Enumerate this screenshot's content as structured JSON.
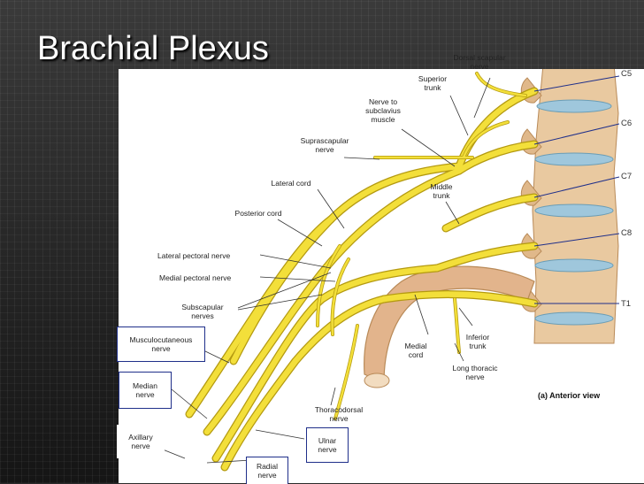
{
  "title": "Brachial Plexus",
  "view_caption": "(a) Anterior view",
  "vertebrae": [
    "C5",
    "C6",
    "C7",
    "C8",
    "T1"
  ],
  "labels": {
    "dorsal_scapular": "Dorsal scapular\nnerve",
    "superior_trunk": "Superior\ntrunk",
    "nerve_to_subclavius": "Nerve to\nsubclavius\nmuscle",
    "suprascapular": "Suprascapular\nnerve",
    "lateral_cord": "Lateral cord",
    "middle_trunk": "Middle\ntrunk",
    "posterior_cord": "Posterior cord",
    "lateral_pectoral": "Lateral pectoral nerve",
    "medial_pectoral": "Medial pectoral nerve",
    "subscapular": "Subscapular\nnerves",
    "medial_cord": "Medial\ncord",
    "inferior_trunk": "Inferior\ntrunk",
    "long_thoracic": "Long thoracic\nnerve",
    "thoracodorsal": "Thoracodorsal\nnerve"
  },
  "boxed_labels": {
    "musculocutaneous": "Musculocutaneous\nnerve",
    "median": "Median\nnerve",
    "axillary": "Axillary\nnerve",
    "ulnar": "Ulnar\nnerve",
    "radial": "Radial\nnerve"
  },
  "colors": {
    "nerve": "#f3df3a",
    "nerve_outline": "#b49a10",
    "bone": "#e9c9a0",
    "bone_shade": "#c79a6a",
    "disc": "#9fc7dc",
    "box_border": "#1f2f8a"
  }
}
